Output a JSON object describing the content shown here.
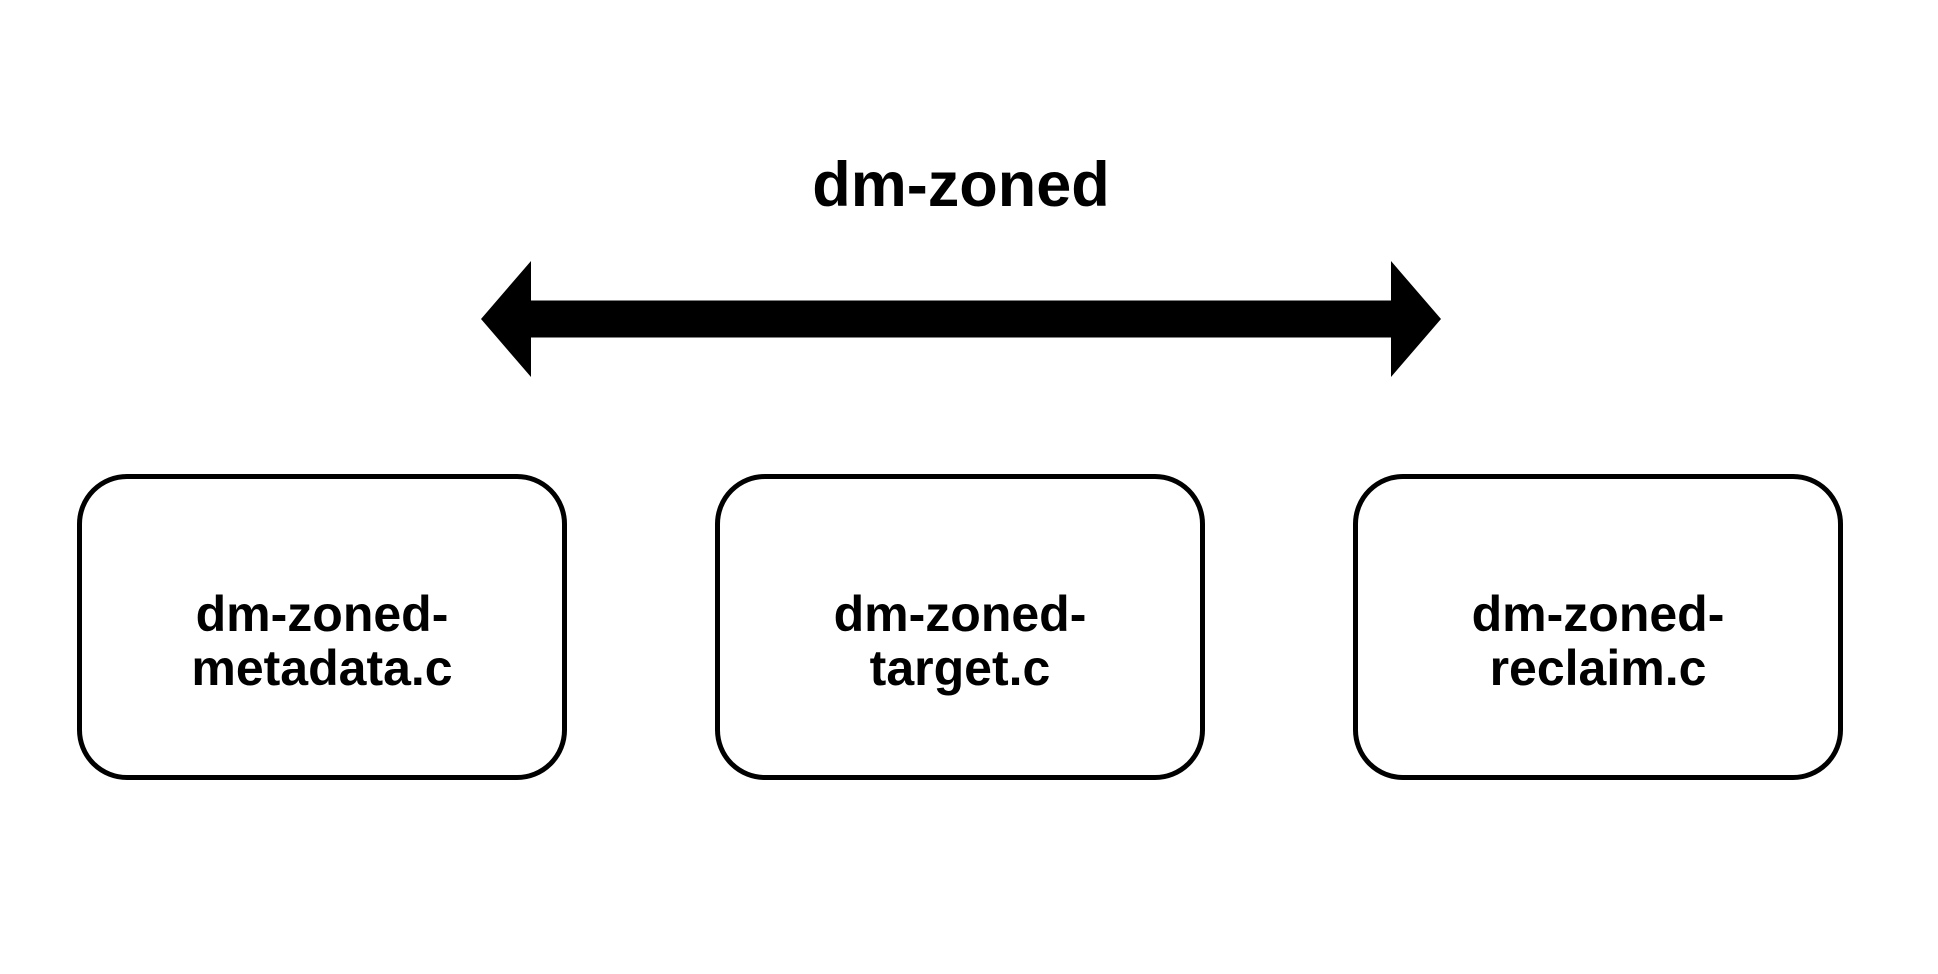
{
  "diagram": {
    "title": "dm-zoned",
    "arrow": {
      "type": "double-headed",
      "orientation": "horizontal"
    },
    "boxes": [
      {
        "label": "dm-zoned-metadata.c",
        "line1": "dm-zoned-",
        "line2": "metadata.c"
      },
      {
        "label": "dm-zoned-target.c",
        "line1": "dm-zoned-",
        "line2": "target.c"
      },
      {
        "label": "dm-zoned-reclaim.c",
        "line1": "dm-zoned-",
        "line2": "reclaim.c"
      }
    ]
  },
  "colors": {
    "foreground": "#000000",
    "background": "#ffffff"
  }
}
